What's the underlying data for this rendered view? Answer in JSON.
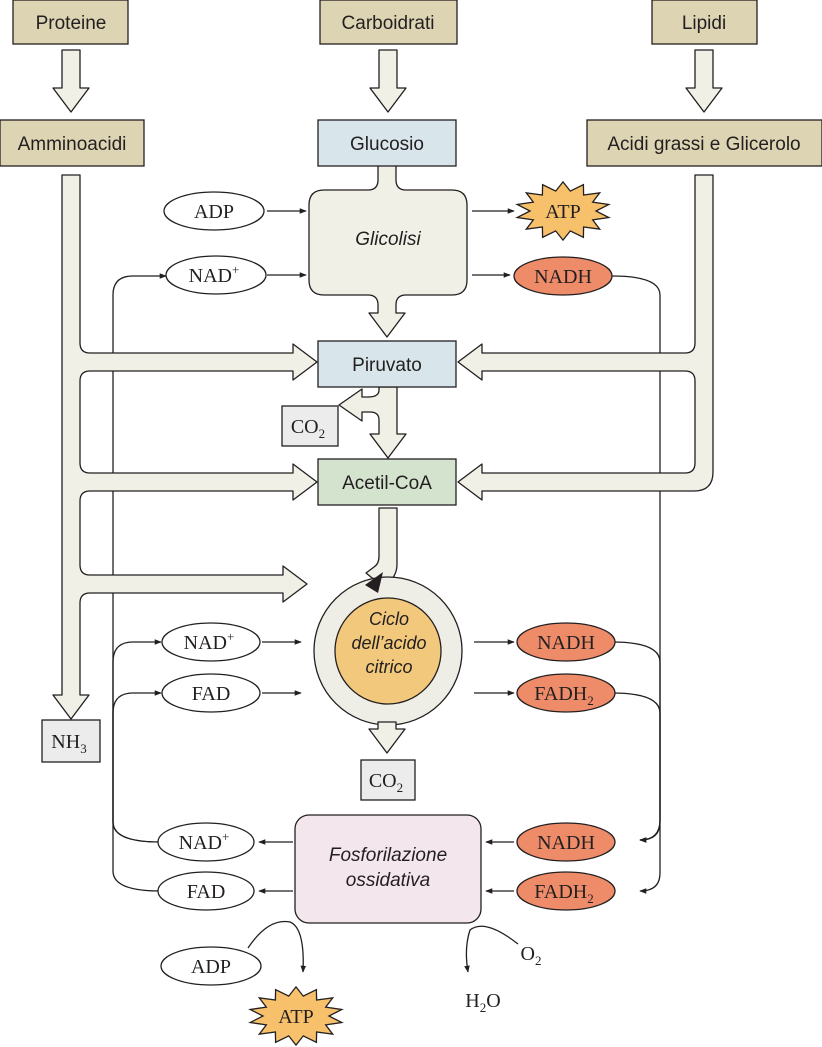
{
  "sources": {
    "proteins": "Proteine",
    "carbohydrates": "Carboidrati",
    "lipids": "Lipidi"
  },
  "monomers": {
    "amino_acids": "Amminoacidi",
    "glucose": "Glucosio",
    "fatty_acids": "Acidi grassi e Glicerolo"
  },
  "processes": {
    "glycolysis": "Glicolisi",
    "citric_cycle_line1": "Ciclo",
    "citric_cycle_line2": "dell’acido",
    "citric_cycle_line3": "citrico",
    "oxphos_line1": "Fosforilazione",
    "oxphos_line2": "ossidativa"
  },
  "intermediates": {
    "pyruvate": "Piruvato",
    "acetyl_coa": "Acetil-CoA"
  },
  "molecules": {
    "adp": "ADP",
    "atp": "ATP",
    "nad_plus": "NAD",
    "nad_plus_sup": "+",
    "nadh": "NADH",
    "fad": "FAD",
    "fadh2": "FADH",
    "fadh2_sub": "2",
    "co2": "CO",
    "co2_sub": "2",
    "nh3": "NH",
    "nh3_sub": "3",
    "o2": "O",
    "o2_sub": "2",
    "h2o_h": "H",
    "h2o_sub": "2",
    "h2o_o": "O"
  },
  "colors": {
    "source_box": "#ddd4b3",
    "blue_box": "#d8e6ec",
    "green_box": "#d4e3cd",
    "oxphos_box": "#f3e6ec",
    "cycle_fill": "#f2c97c",
    "cycle_ring": "#eeeee6",
    "arrow_fill": "#f1f0e6",
    "reduced_carrier": "#ee8c6a",
    "atp_burst": "#f7c06a",
    "gray_box": "#ececec",
    "stroke": "#231f20"
  }
}
